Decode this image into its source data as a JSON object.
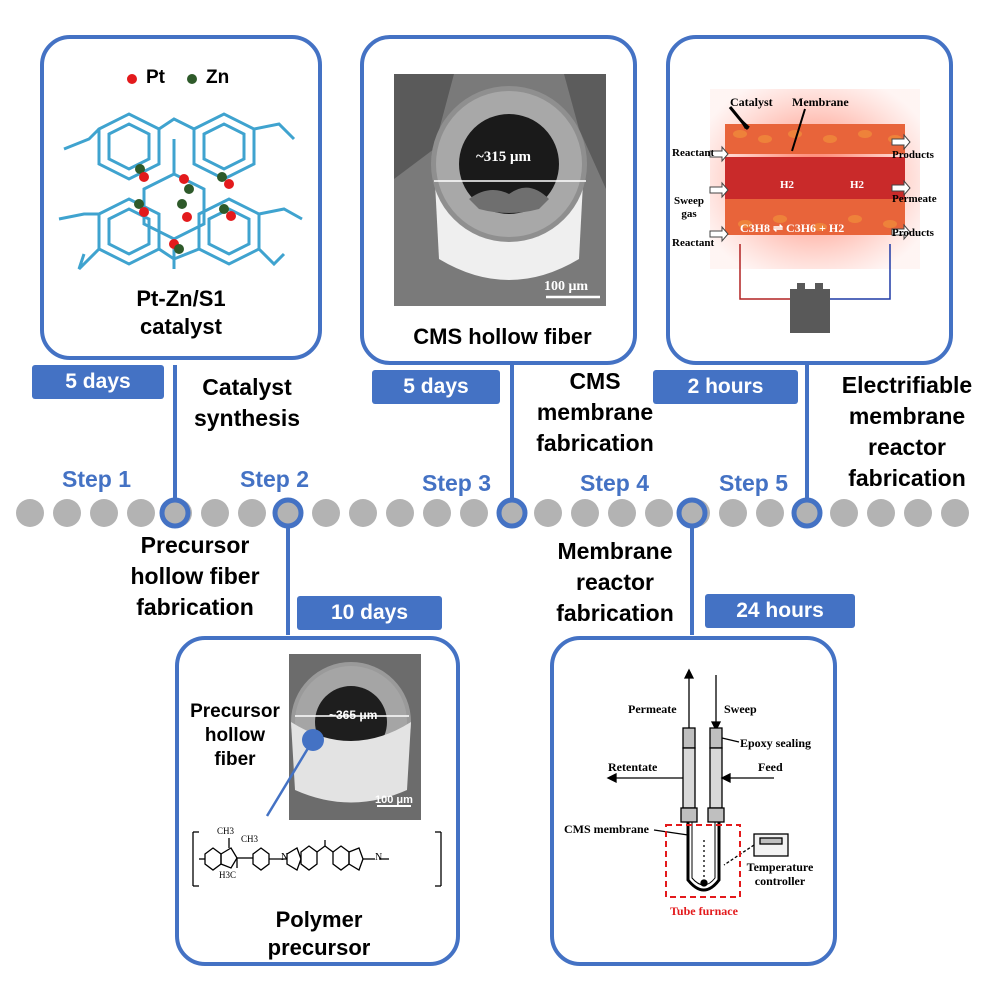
{
  "colors": {
    "accent": "#4472c4",
    "dot": "#b3b3b3",
    "pt": "#e31a1c",
    "zn": "#2e5a2a",
    "framework": "#3fa3cf",
    "heat": "#d93a2b"
  },
  "timeline": {
    "steps": [
      "Step 1",
      "Step 2",
      "Step 3",
      "Step 4",
      "Step 5"
    ]
  },
  "stages": [
    {
      "name": "Catalyst\nsynthesis",
      "duration": "5 days"
    },
    {
      "name": "Precursor\nhollow fiber\nfabrication",
      "duration": "10 days"
    },
    {
      "name": "CMS\nmembrane\nfabrication",
      "duration": "5 days"
    },
    {
      "name": "Membrane\nreactor\nfabrication",
      "duration": "24 hours"
    },
    {
      "name": "Electrifiable\nmembrane\nreactor\nfabrication",
      "duration": "2 hours"
    }
  ],
  "panels": {
    "catalyst": {
      "legend_pt": "Pt",
      "legend_zn": "Zn",
      "caption": "Pt-Zn/S1\ncatalyst"
    },
    "precursor": {
      "fiber_label": "Precursor\nhollow\nfiber",
      "diameter": "~365 μm",
      "scale": "100 μm",
      "caption": "Polymer\nprecursor",
      "chem_ch3_a": "CH3",
      "chem_ch3_b": "CH3",
      "chem_h3c": "H3C",
      "chem_n1": "N",
      "chem_n2": "N"
    },
    "cms": {
      "diameter": "~315 μm",
      "scale": "100 μm",
      "caption": "CMS hollow fiber"
    },
    "reactor": {
      "permeate": "Permeate",
      "sweep": "Sweep",
      "epoxy": "Epoxy sealing",
      "retentate": "Retentate",
      "feed": "Feed",
      "cms_membrane": "CMS membrane",
      "temp_controller": "Temperature\ncontroller",
      "tube_furnace": "Tube furnace"
    },
    "electric": {
      "catalyst": "Catalyst",
      "membrane": "Membrane",
      "reactant_top": "Reactant",
      "sweep_gas": "Sweep\ngas",
      "reactant_bottom": "Reactant",
      "products_top": "Products",
      "permeate": "Permeate",
      "products_bottom": "Products",
      "h2_left": "H2",
      "h2_right": "H2",
      "reaction": "C3H8 ⇌ C3H6 + H2"
    }
  }
}
